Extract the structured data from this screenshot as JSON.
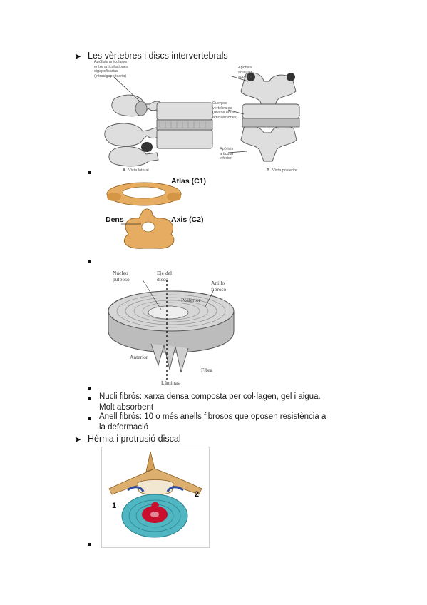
{
  "section1": {
    "title": "Les vèrtebres i discs intervertebrals",
    "fig_a": {
      "label_apofisis": "Apófisis articulares entre articulaciones cigapofisarias (intracigapofisaria)",
      "caption_letter": "A",
      "caption": "Vista lateral"
    },
    "fig_b": {
      "label_sup": "Apófisis articular superior",
      "label_cuerpos": "Cuerpos vertebrales (discos entre articulaciones)",
      "label_inf": "Apófisis articular inferior",
      "caption_letter": "B",
      "caption": "Vista posterior"
    },
    "atlas": {
      "atlas_label": "Atlas (C1)",
      "dens_label": "Dens",
      "axis_label": "Axis (C2)"
    },
    "disc": {
      "nucleo": "Núcleo pulposo",
      "eje": "Eje del disco",
      "anillo": "Anillo fibroso",
      "posterior": "Posterior",
      "anterior": "Anterior",
      "fibra": "Fibra",
      "laminas": "Láminas"
    },
    "bullets": [
      "Nucli fibrós: xarxa densa composta per col·lagen, gel i aigua. Molt absorbent",
      "Anell fibrós: 10 o més anells fibrosos que oposen resistència a la deformació"
    ]
  },
  "section2": {
    "title": "Hèrnia i protrusió discal",
    "hernia": {
      "label1": "1",
      "label2": "2"
    }
  },
  "colors": {
    "bone": "#d9d9d9",
    "atlas": "#e3a95b",
    "disc": "#c8c8c8",
    "hernia_blue": "#4fb6c2",
    "hernia_red": "#c8102e"
  }
}
